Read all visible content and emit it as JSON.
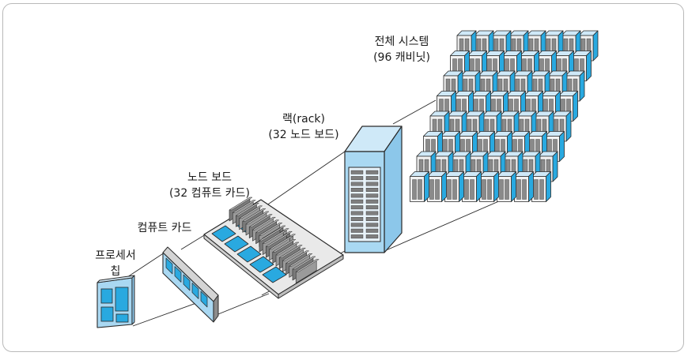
{
  "labels": {
    "chip": [
      "프로세서",
      "칩"
    ],
    "card": [
      "컴퓨트 카드"
    ],
    "board": [
      "노드 보드",
      "(32 컴퓨트 카드)"
    ],
    "rack": [
      "랙(rack)",
      "(32 노드 보드)"
    ],
    "system": [
      "전체 시스템",
      "(96 캐비닛)"
    ]
  },
  "system": {
    "rows": 8,
    "cabinets_per_row": 8,
    "cabinets_total": 96
  },
  "colors": {
    "blue": "#29a9e0",
    "light_blue": "#a9d8f2",
    "cabinet_top": "#cfe9f8",
    "rack_side": "#8cc7ea",
    "gray": "#8c8c8c",
    "outline": "#2a2a2a",
    "frame": "#b9b9b9"
  }
}
